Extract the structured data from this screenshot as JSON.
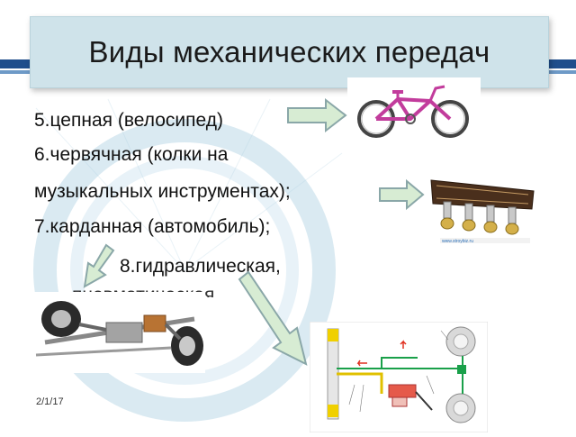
{
  "slide": {
    "title": "Виды механических передач",
    "lines": [
      "5.цепная (велосипед)",
      "6.червячная (колки на",
      "музыкальных инструментах);",
      "7.карданная (автомобиль);",
      "8.гидравлическая,",
      "пневматическая"
    ],
    "date": "2/1/17",
    "watermark": "www.stroybiz.ru"
  },
  "colors": {
    "title_bg": "#cfe3ea",
    "arrow_fill": "#d7ecd3",
    "arrow_stroke": "#8aa7a8",
    "deco_blue": "#1f4e8c",
    "deco_ring": "#9fc7dc"
  },
  "icons": [
    "bicycle-image",
    "tuning-pegs-image",
    "car-chassis-image",
    "hydraulic-brake-diagram"
  ]
}
